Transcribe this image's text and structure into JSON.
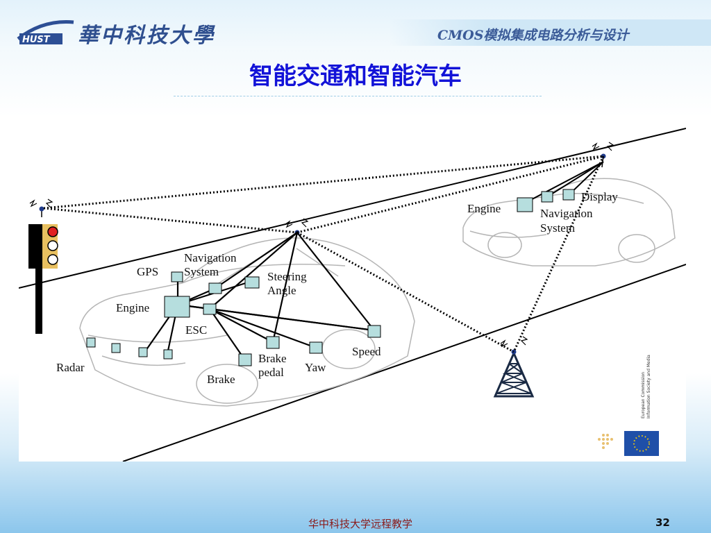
{
  "header": {
    "university_name": "華中科技大學",
    "logo_text": "HUST",
    "course_title": "CMOS模拟集成电路分析与设计"
  },
  "slide": {
    "title": "智能交通和智能汽车"
  },
  "diagram": {
    "car_front_labels": {
      "gps": "GPS",
      "navigation_line1": "Navigation",
      "navigation_line2": "System",
      "steering_line1": "Steering",
      "steering_line2": "Angle",
      "engine": "Engine",
      "esc": "ESC",
      "radar": "Radar",
      "brake": "Brake",
      "brake_pedal_line1": "Brake",
      "brake_pedal_line2": "pedal",
      "yaw": "Yaw",
      "speed": "Speed"
    },
    "car_rear_labels": {
      "engine": "Engine",
      "display": "Display",
      "navigation_line1": "Navigation",
      "navigation_line2": "System"
    },
    "sponsor": {
      "line1": "European Commission",
      "line2": "Information Society and Media"
    },
    "colors": {
      "module_fill": "#b6dede",
      "light_red": "#e02020",
      "tower": "#1a2a44"
    }
  },
  "footer": {
    "text": "华中科技大学远程教学",
    "page_number": "32"
  }
}
